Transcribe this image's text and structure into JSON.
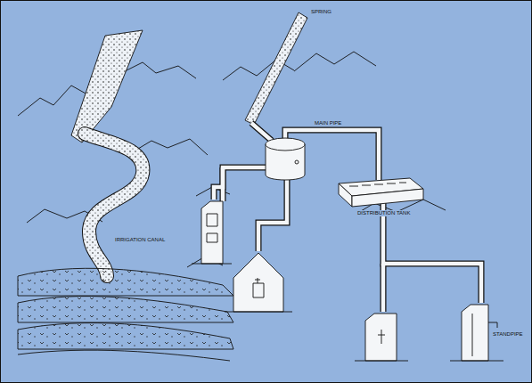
{
  "diagram": {
    "labels": [
      "IRRIGATION CANAL",
      "SPRING",
      "MAIN PIPE",
      "DISTRIBUTION TANK",
      "STANDPIPE"
    ]
  }
}
